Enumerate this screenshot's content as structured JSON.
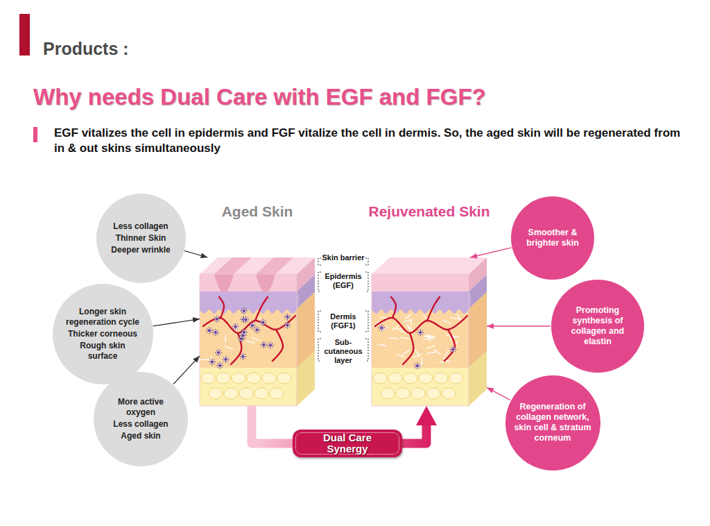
{
  "diagram": {
    "title": "Why needs Dual Care with EGF and FGF?",
    "nodes": [
      {
        "text": [
          "Aged Skin"
        ]
      },
      {
        "text": [
          "Rejuvenated Skin"
        ]
      },
      {
        "text": [
          "Less collagen",
          "Thinner Skin",
          "Deeper wrinkle"
        ]
      },
      {
        "text": [
          "Longer skin regeneration cycle",
          "Thicker corneous",
          "Rough skin surface"
        ]
      },
      {
        "text": [
          "More active oxygen",
          "Less collagen",
          "Aged skin"
        ]
      },
      {
        "text": [
          "Smoother & brighter skin"
        ]
      },
      {
        "text": [
          "Promoting synthesis of collagen and elastin"
        ]
      },
      {
        "text": [
          "Regeneration of collagen network, skin cell & stratum corneum"
        ]
      },
      {
        "text": [
          "Dual Care Synergy"
        ]
      }
    ],
    "edges": [
      {
        "from": 2,
        "to": 0,
        "arrow": "to"
      },
      {
        "from": 3,
        "to": 0,
        "arrow": "to"
      },
      {
        "from": 4,
        "to": 0,
        "arrow": "to"
      },
      {
        "from": 5,
        "to": 1,
        "arrow": "to"
      },
      {
        "from": 6,
        "to": 1,
        "arrow": "to"
      },
      {
        "from": 7,
        "to": 1,
        "arrow": "to"
      },
      {
        "from": 0,
        "to": 8,
        "arrow": "none"
      },
      {
        "from": 8,
        "to": 1,
        "arrow": "to"
      }
    ],
    "labels": [
      "Products :",
      "EGF vitalizes the cell in epidermis and FGF vitalize the cell in dermis. So, the aged skin will be regenerated from in & out skins simultaneously",
      "Skin barrier",
      "Epidermis (EGF)",
      "Dermis (FGF1)",
      "Sub-cutaneous layer"
    ]
  }
}
